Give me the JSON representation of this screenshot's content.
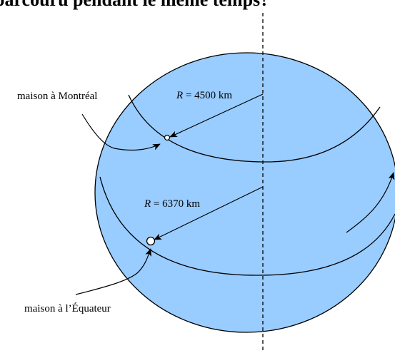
{
  "header": {
    "text": "parcouru pendant le même temps?"
  },
  "labels": {
    "montreal_house": "maison à Montréal",
    "equator_house": "maison à l’Équateur"
  },
  "radii": {
    "montreal": {
      "symbol": "R",
      "value": "= 4500 km"
    },
    "equator": {
      "symbol": "R",
      "value": "= 6370 km"
    }
  },
  "colors": {
    "sphere_fill": "#99ccff",
    "stroke": "#000000"
  }
}
